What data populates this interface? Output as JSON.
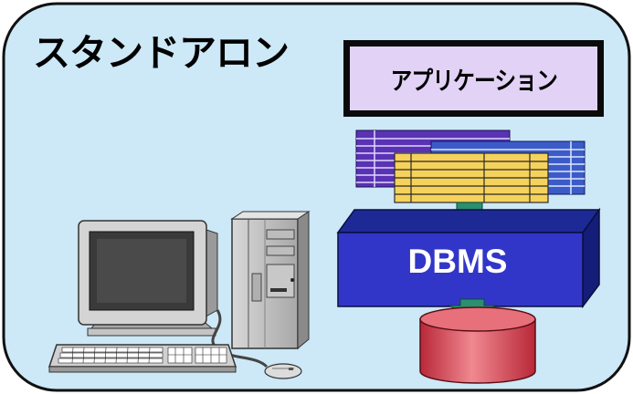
{
  "heading": "スタンドアロン",
  "application_label": "アプリケーション",
  "dbms_label": "DBMS",
  "colors": {
    "panel_fill": "#cde8f6",
    "app_box_fill": "#e2d2f5",
    "dbms_front": "#3236c8",
    "dbms_top": "#1d2a96",
    "arrow": "#2a9070",
    "db_cylinder": "#d04450",
    "table_purple": "#5a32b4",
    "table_blue": "#3b5cc8",
    "table_yellow": "#f5d25c"
  },
  "icons": [
    "desktop-pc-icon",
    "keyboard-icon",
    "mouse-icon",
    "database-cylinder-icon"
  ]
}
